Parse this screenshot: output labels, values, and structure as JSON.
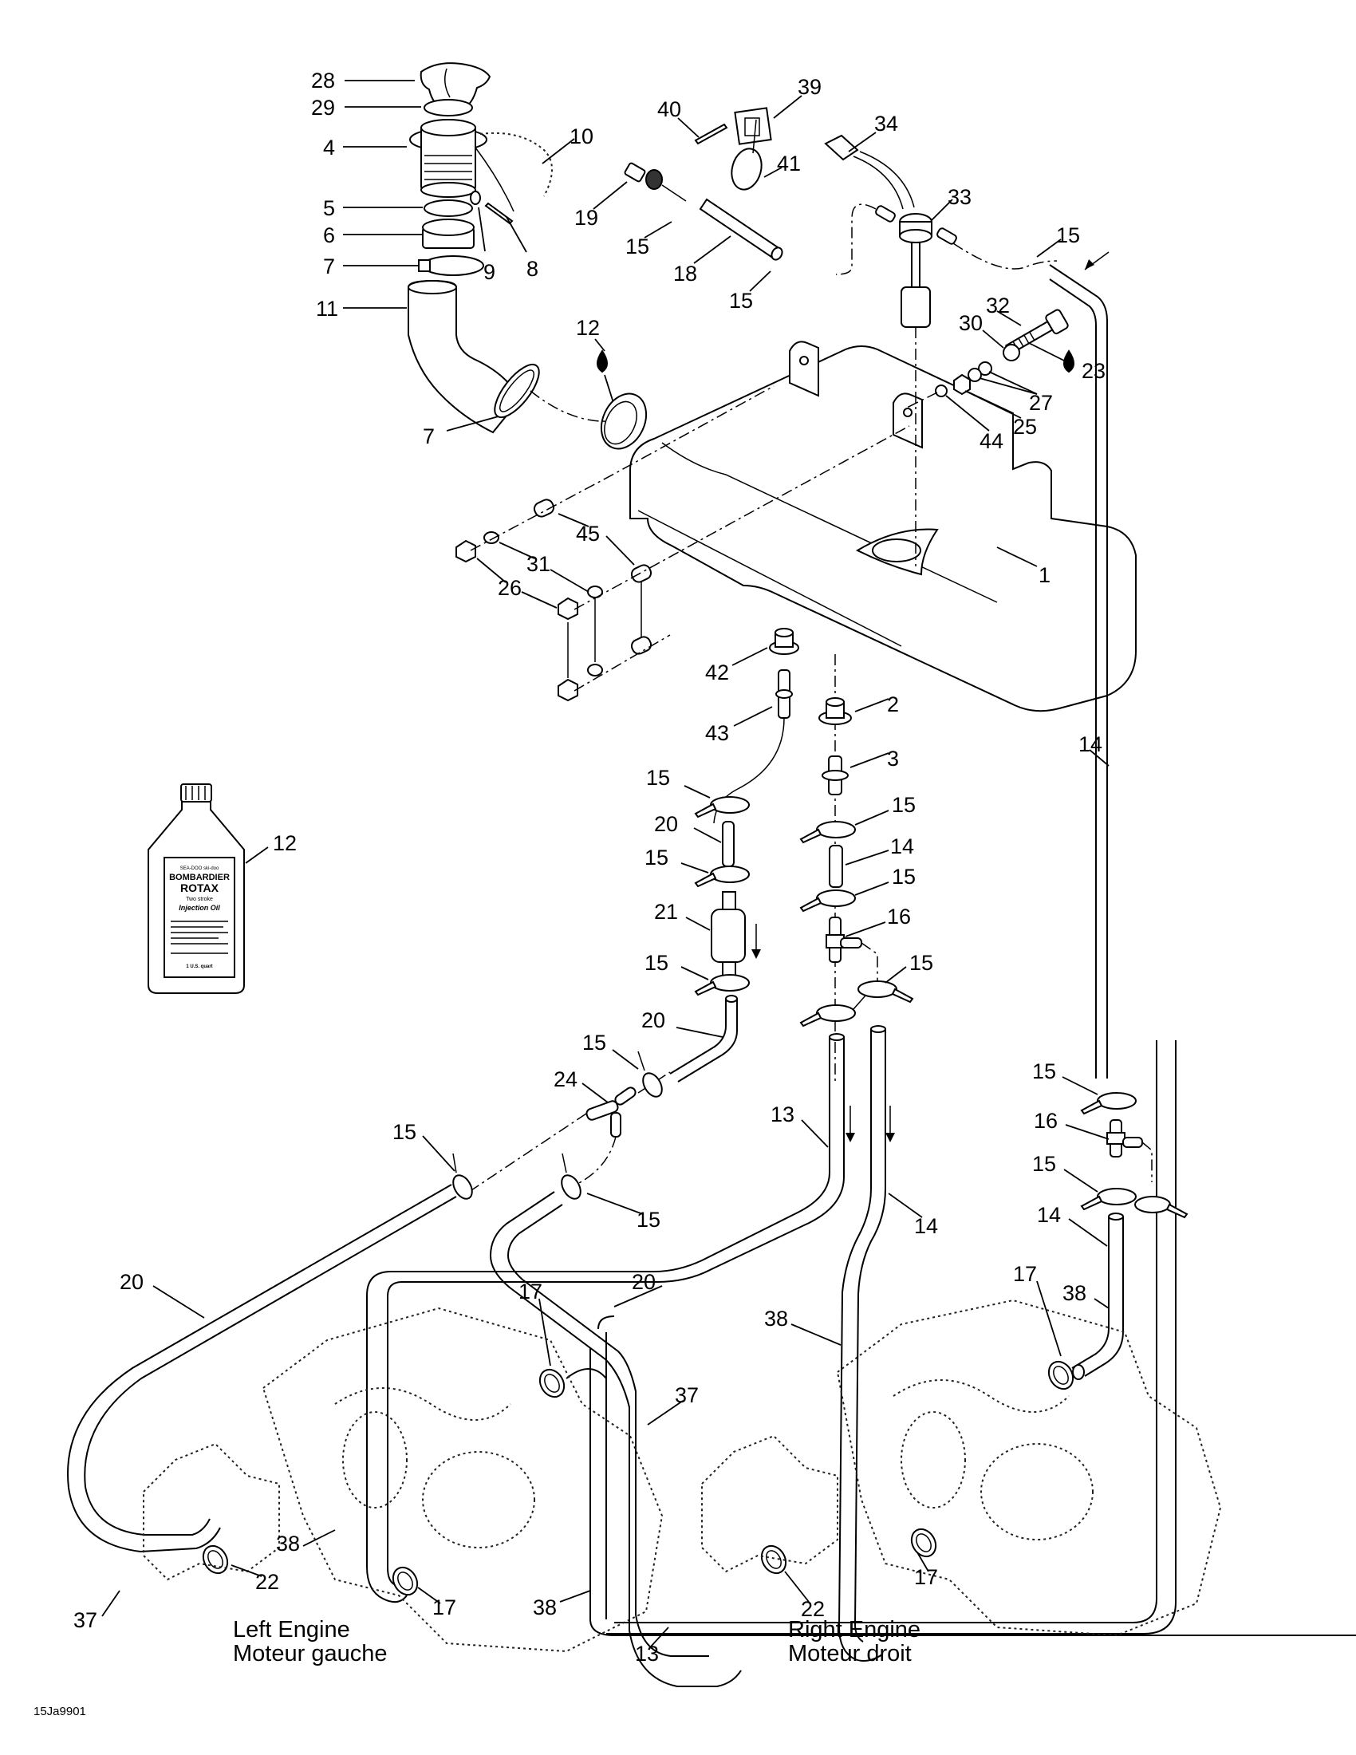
{
  "document_id": "15Ja9901",
  "engine_labels": {
    "left": {
      "en": "Left Engine",
      "fr": "Moteur gauche"
    },
    "right": {
      "en": "Right Engine",
      "fr": "Moteur droit"
    }
  },
  "oil_bottle": {
    "brand_line": "BOMBARDIER",
    "product_line": "ROTAX",
    "sub_line": "Two stroke",
    "desc_line": "Injection Oil",
    "logos": "SEA-DOO  ski-doo",
    "volume": "1 U.S. quart"
  },
  "callouts": {
    "c28": "28",
    "c29": "29",
    "c4": "4",
    "c5": "5",
    "c6": "6",
    "c7a": "7",
    "c11": "11",
    "c10": "10",
    "c9": "9",
    "c8": "8",
    "c7b": "7",
    "c12a": "12",
    "c40": "40",
    "c39": "39",
    "c41": "41",
    "c34": "34",
    "c19": "19",
    "c15a": "15",
    "c18": "18",
    "c15b": "15",
    "c33": "33",
    "c15c": "15",
    "c32": "32",
    "c30": "30",
    "c23": "23",
    "c27": "27",
    "c25": "25",
    "c44": "44",
    "c1": "1",
    "c45": "45",
    "c31": "31",
    "c26": "26",
    "c42": "42",
    "c43": "43",
    "c2": "2",
    "c3": "3",
    "c14a": "14",
    "c12b": "12",
    "c15d": "15",
    "c20a": "20",
    "c15e": "15",
    "c21": "21",
    "c15f": "15",
    "c20b": "20",
    "c15g": "15",
    "c14b": "14",
    "c15h": "15",
    "c16a": "16",
    "c15i": "15",
    "c15j": "15",
    "c24": "24",
    "c15k": "15",
    "c15l": "15",
    "c13a": "13",
    "c14c": "14",
    "c15m": "15",
    "c16b": "16",
    "c15n": "15",
    "c14d": "14",
    "c17a": "17",
    "c38a": "38",
    "c20c": "20",
    "c20d": "20",
    "c17b": "17",
    "c37a": "37",
    "c38b": "38",
    "c22a": "22",
    "c38c": "38",
    "c17c": "17",
    "c37b": "37",
    "c38d": "38",
    "c13b": "13",
    "c22b": "22",
    "c17d": "17"
  }
}
